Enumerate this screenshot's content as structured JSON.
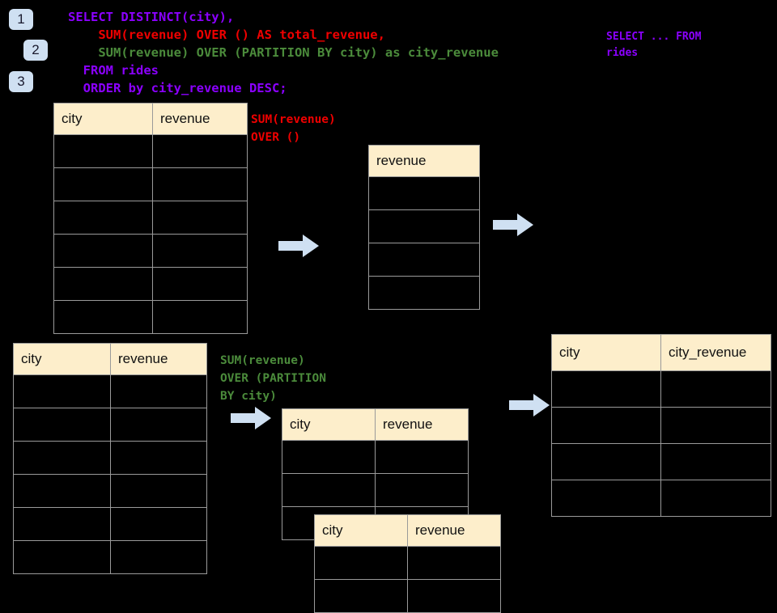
{
  "diagram": {
    "title": "SQL window function execution diagram",
    "background": "#000000",
    "accent_arrow_color": "#cfe0f2",
    "header_cell_color": "#fdeecb",
    "grid_line_color": "#9a9a9a"
  },
  "badges": [
    {
      "label": "1",
      "name": "step-badge-1"
    },
    {
      "label": "2",
      "name": "step-badge-2"
    },
    {
      "label": "3",
      "name": "step-badge-3"
    }
  ],
  "sql": {
    "lines": [
      {
        "text": "SELECT DISTINCT(city),",
        "color": "#8b00ff"
      },
      {
        "text": "    SUM(revenue) OVER () AS total_revenue,",
        "color": "#ef0000"
      },
      {
        "text": "    SUM(revenue) OVER (PARTITION BY city) as city_revenue",
        "color": "#4b8b3b"
      },
      {
        "text": "  FROM rides",
        "color": "#8b00ff"
      },
      {
        "text": "  ORDER by city_revenue DESC;",
        "color": "#8b00ff"
      }
    ]
  },
  "annotations": {
    "select_from": {
      "text": "SELECT ... FROM\nrides",
      "color": "#8b00ff"
    },
    "sum_over_empty": {
      "text": "SUM(revenue)\nOVER ()",
      "color": "#ef0000"
    },
    "sum_over_partition": {
      "text": "SUM(revenue)\nOVER (PARTITION\nBY city)",
      "color": "#4b8b3b"
    }
  },
  "tables": {
    "rides_source_top": {
      "name": "rides-source-table-top",
      "headers": [
        "city",
        "revenue"
      ],
      "rows": [
        [
          "",
          ""
        ],
        [
          "",
          ""
        ],
        [
          "",
          ""
        ],
        [
          "",
          ""
        ],
        [
          "",
          ""
        ],
        [
          "",
          ""
        ]
      ]
    },
    "total_revenue": {
      "name": "total-revenue-table",
      "headers": [
        "revenue"
      ],
      "rows": [
        [
          ""
        ],
        [
          ""
        ],
        [
          ""
        ],
        [
          ""
        ]
      ]
    },
    "rides_source_bottom": {
      "name": "rides-source-table-bottom",
      "headers": [
        "city",
        "revenue"
      ],
      "rows": [
        [
          "",
          ""
        ],
        [
          "",
          ""
        ],
        [
          "",
          ""
        ],
        [
          "",
          ""
        ],
        [
          "",
          ""
        ],
        [
          "",
          ""
        ]
      ]
    },
    "partition_a": {
      "name": "partition-table-a",
      "headers": [
        "city",
        "revenue"
      ],
      "rows": [
        [
          "",
          ""
        ],
        [
          "",
          ""
        ],
        [
          "",
          ""
        ]
      ]
    },
    "partition_b": {
      "name": "partition-table-b",
      "headers": [
        "city",
        "revenue"
      ],
      "rows": [
        [
          "",
          ""
        ],
        [
          "",
          ""
        ]
      ]
    },
    "result": {
      "name": "result-table",
      "headers": [
        "city",
        "city_revenue"
      ],
      "rows": [
        [
          "",
          ""
        ],
        [
          "",
          ""
        ],
        [
          "",
          ""
        ],
        [
          "",
          ""
        ]
      ]
    }
  },
  "arrows": [
    {
      "name": "flow-arrow-1"
    },
    {
      "name": "flow-arrow-2"
    },
    {
      "name": "flow-arrow-3"
    },
    {
      "name": "flow-arrow-4"
    }
  ]
}
